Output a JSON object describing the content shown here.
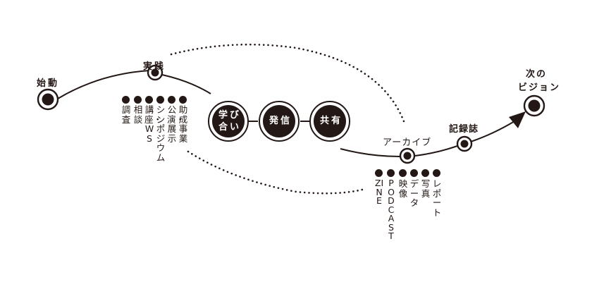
{
  "colors": {
    "ink": "#231815",
    "background": "#ffffff"
  },
  "nodes": {
    "start": {
      "label": "始動"
    },
    "practice": {
      "label": "実践"
    },
    "archive": {
      "label": "アーカイブ"
    },
    "journal": {
      "label": "記録誌"
    },
    "next_vision": {
      "line1": "次の",
      "line2": "ビジョン"
    }
  },
  "practice_items": [
    {
      "text": "調査"
    },
    {
      "text": "相談"
    },
    {
      "text": "講座・WS"
    },
    {
      "text": "シンポジウム"
    },
    {
      "text": "公演・展示"
    },
    {
      "text": "助成事業"
    }
  ],
  "core_bubbles": [
    {
      "line1": "学び",
      "line2": "合い"
    },
    {
      "line1": "発信",
      "line2": ""
    },
    {
      "line1": "共有",
      "line2": ""
    }
  ],
  "archive_items": [
    {
      "text": "ZINE"
    },
    {
      "text": "PODCAST"
    },
    {
      "text": "映像"
    },
    {
      "text": "データ"
    },
    {
      "text": "写真"
    },
    {
      "text": "レポート"
    }
  ]
}
